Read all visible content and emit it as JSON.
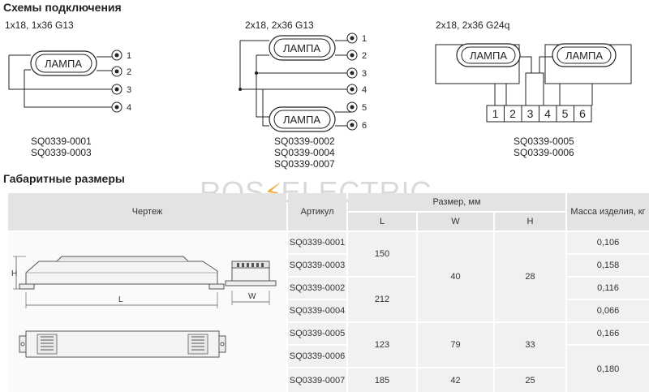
{
  "sections": {
    "schemes_title": "Схемы подключения",
    "dims_title": "Габаритные размеры"
  },
  "brand": {
    "left": "ROS",
    "right": "ELECTRIC",
    "accent_color": "#f0b040"
  },
  "diagrams": [
    {
      "caption": "1x18, 1x36 G13",
      "lamp_labels": [
        "ЛАМПА"
      ],
      "terminals": [
        "1",
        "2",
        "3",
        "4"
      ],
      "codes": [
        "SQ0339-0001",
        "SQ0339-0003"
      ]
    },
    {
      "caption": "2x18, 2x36 G13",
      "lamp_labels": [
        "ЛАМПА",
        "ЛАМПА"
      ],
      "terminals": [
        "1",
        "2",
        "3",
        "4",
        "5",
        "6"
      ],
      "codes": [
        "SQ0339-0002",
        "SQ0339-0004",
        "SQ0339-0007"
      ]
    },
    {
      "caption": "2x18, 2x36 G24q",
      "lamp_labels": [
        "ЛАМПА",
        "ЛАМПА"
      ],
      "terminals": [
        "1",
        "2",
        "3",
        "4",
        "5",
        "6"
      ],
      "codes": [
        "SQ0339-0005",
        "SQ0339-0006"
      ]
    }
  ],
  "drawing_labels": {
    "height": "H",
    "length": "L",
    "width": "W"
  },
  "table": {
    "drawing_header": "Чертеж",
    "article_header": "Артикул",
    "size_header": "Размер, мм",
    "l_header": "L",
    "w_header": "W",
    "h_header": "H",
    "mass_header": "Масса изделия, кг",
    "articles": [
      "SQ0339-0001",
      "SQ0339-0003",
      "SQ0339-0002",
      "SQ0339-0004",
      "SQ0339-0005",
      "SQ0339-0006",
      "SQ0339-0007"
    ],
    "l_values": [
      "150",
      "212",
      "123",
      "185"
    ],
    "w_values": [
      "40",
      "79",
      "42"
    ],
    "h_values": [
      "28",
      "33",
      "25"
    ],
    "mass_values": [
      "0,106",
      "0,158",
      "0,116",
      "0,066",
      "0,166",
      "0,180"
    ]
  }
}
